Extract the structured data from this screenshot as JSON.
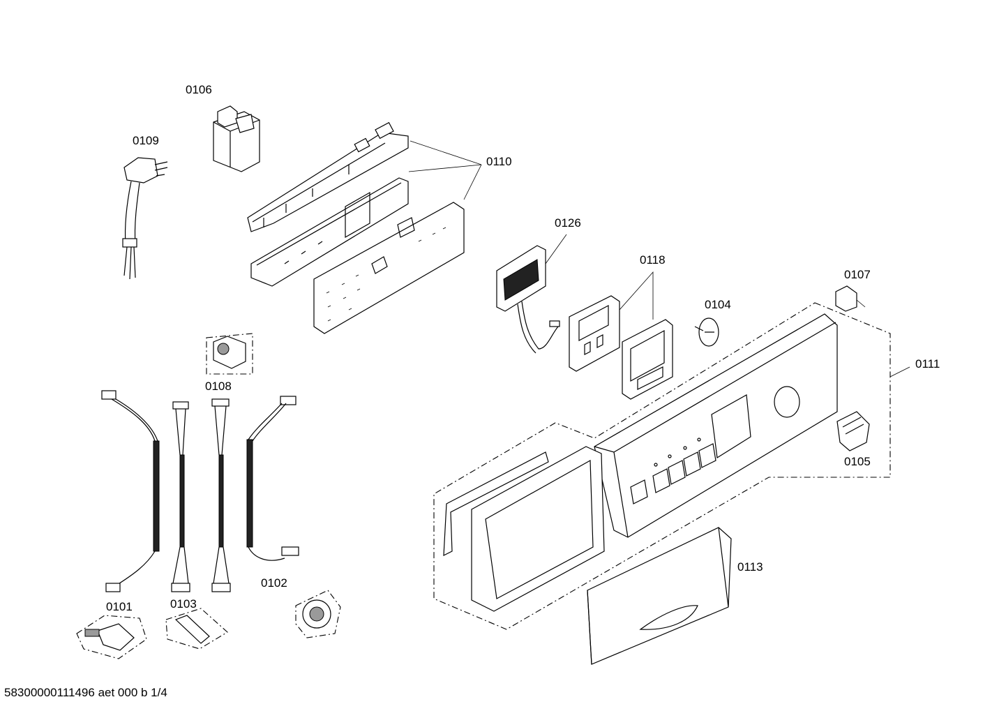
{
  "parts": {
    "p0106": "0106",
    "p0109": "0109",
    "p0110": "0110",
    "p0126": "0126",
    "p0118": "0118",
    "p0107": "0107",
    "p0104": "0104",
    "p0111": "0111",
    "p0108": "0108",
    "p0105": "0105",
    "p0101": "0101",
    "p0103": "0103",
    "p0102": "0102",
    "p0113": "0113"
  },
  "footer": "58300000111496 aet 000 b 1/4"
}
